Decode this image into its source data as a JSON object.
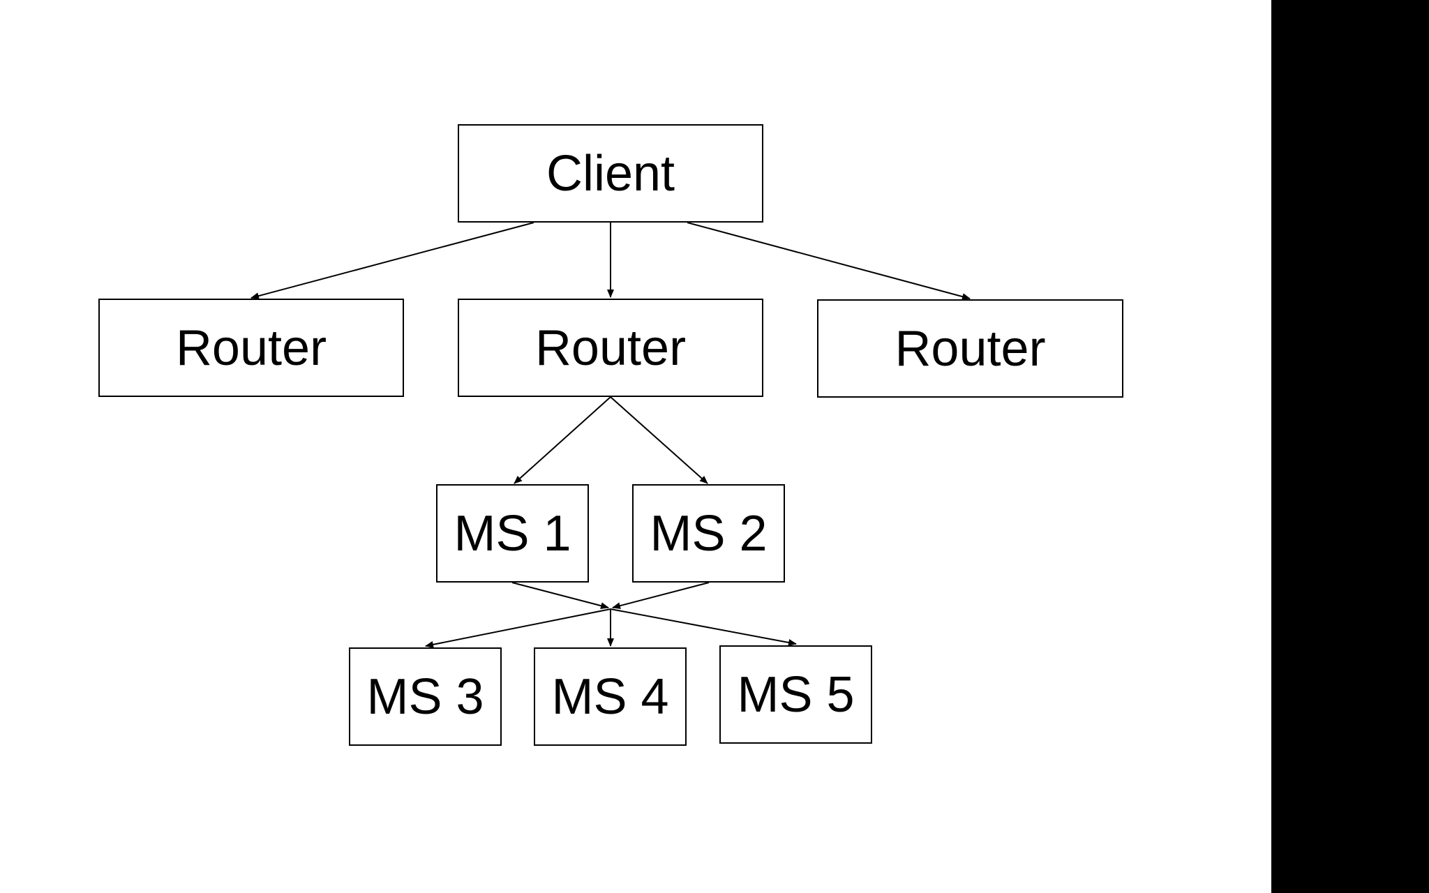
{
  "diagram": {
    "nodes": [
      {
        "id": "client",
        "label": "Client"
      },
      {
        "id": "router1",
        "label": "Router"
      },
      {
        "id": "router2",
        "label": "Router"
      },
      {
        "id": "router3",
        "label": "Router"
      },
      {
        "id": "ms1",
        "label": "MS 1"
      },
      {
        "id": "ms2",
        "label": "MS 2"
      },
      {
        "id": "ms3",
        "label": "MS 3"
      },
      {
        "id": "ms4",
        "label": "MS 4"
      },
      {
        "id": "ms5",
        "label": "MS 5"
      }
    ],
    "edges": [
      {
        "from": "client",
        "to": "router1",
        "directed": true
      },
      {
        "from": "client",
        "to": "router2",
        "directed": true
      },
      {
        "from": "client",
        "to": "router3",
        "directed": true
      },
      {
        "from": "router2",
        "to": "ms1",
        "directed": true
      },
      {
        "from": "router2",
        "to": "ms2",
        "directed": true
      },
      {
        "from": "ms1",
        "to": "junction",
        "directed": true
      },
      {
        "from": "ms2",
        "to": "junction",
        "directed": true
      },
      {
        "from": "junction",
        "to": "ms3",
        "directed": true
      },
      {
        "from": "junction",
        "to": "ms4",
        "directed": true
      },
      {
        "from": "junction",
        "to": "ms5",
        "directed": true
      }
    ],
    "colors": {
      "background": "#ffffff",
      "stroke": "#000000",
      "text": "#000000",
      "side_bar": "#000000"
    }
  }
}
